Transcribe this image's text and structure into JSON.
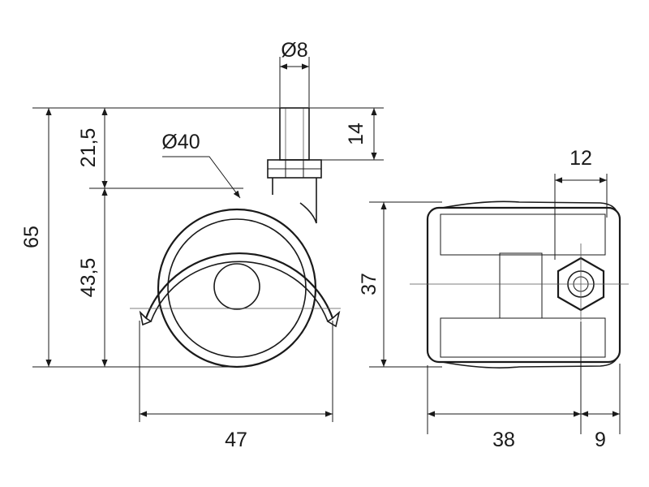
{
  "dimensions": {
    "shaft_diameter": "Ø8",
    "wheel_diameter": "Ø40",
    "total_height": "65",
    "stem_height": "21,5",
    "wheel_height": "43,5",
    "stem_thread_length": "14",
    "wheel_width": "47",
    "side_height": "37",
    "stem_offset": "12",
    "side_width": "38",
    "side_extra": "9"
  },
  "colors": {
    "line": "#1a1a1a",
    "background": "#ffffff"
  }
}
